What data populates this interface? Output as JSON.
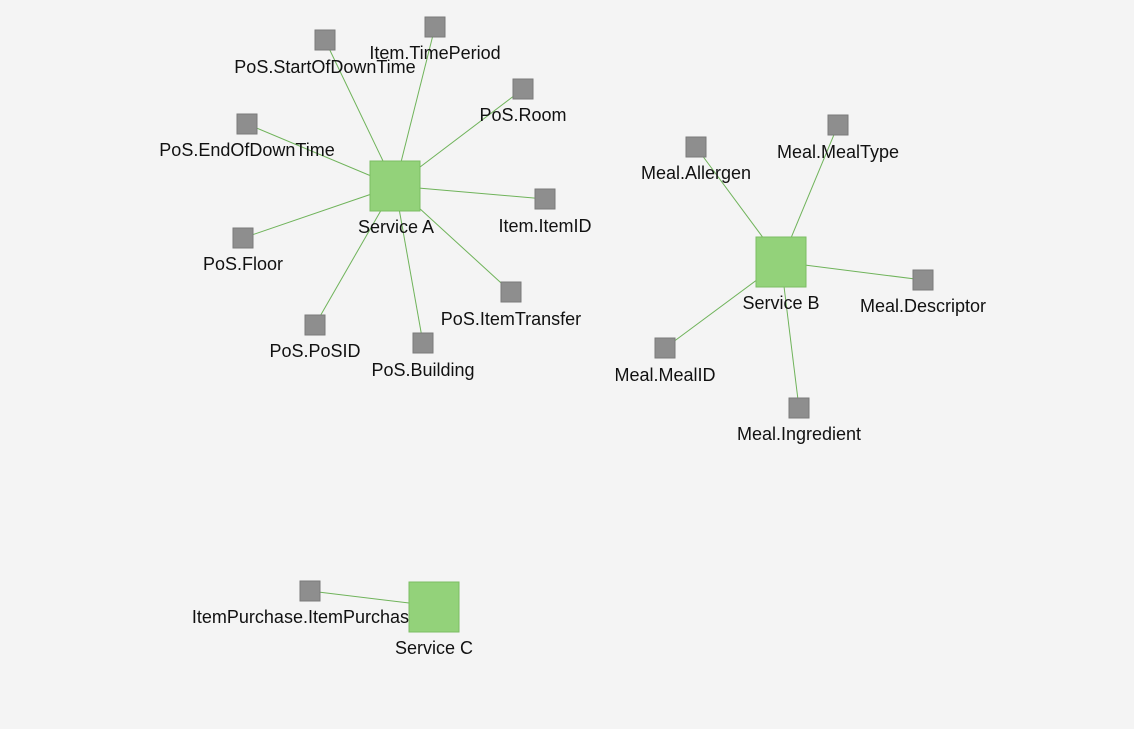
{
  "colors": {
    "background": "#f4f4f4",
    "service_node": "#93d27a",
    "attribute_node": "#8e8e8e",
    "edge": "#6fb35a",
    "label": "#111111"
  },
  "services": [
    {
      "label": "Service A",
      "attributes": [
        "PoS.StartOfDownTime",
        "Item.TimePeriod",
        "PoS.Room",
        "PoS.EndOfDownTime",
        "Item.ItemID",
        "PoS.Floor",
        "PoS.ItemTransfer",
        "PoS.PoSID",
        "PoS.Building"
      ]
    },
    {
      "label": "Service B",
      "attributes": [
        "Meal.Allergen",
        "Meal.MealType",
        "Meal.Descriptor",
        "Meal.MealID",
        "Meal.Ingredient"
      ]
    },
    {
      "label": "Service C",
      "attributes": [
        "ItemPurchase.ItemPurchas"
      ]
    }
  ]
}
